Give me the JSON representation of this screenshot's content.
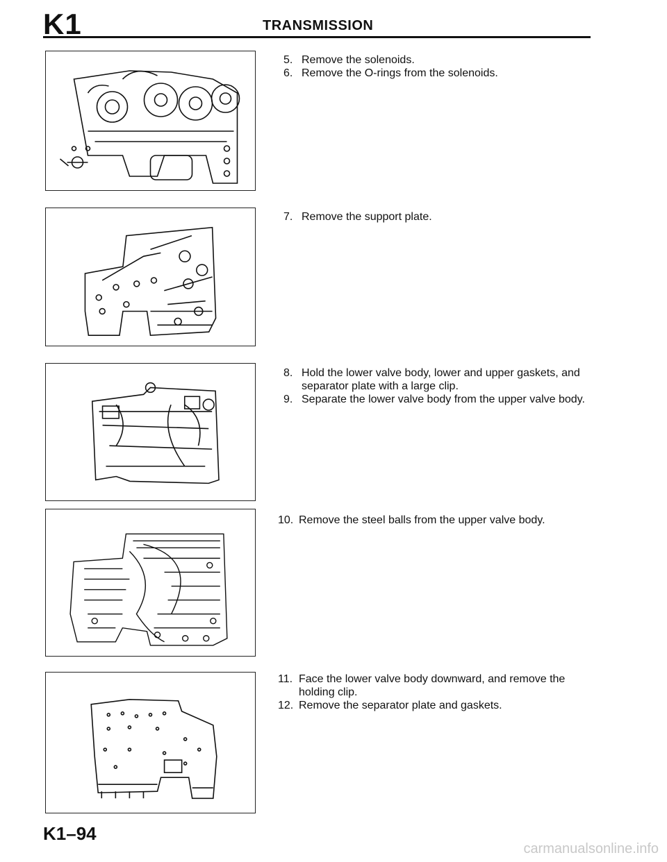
{
  "header": {
    "section_code": "K1",
    "title": "TRANSMISSION"
  },
  "steps": {
    "group1": [
      {
        "num": "5.",
        "text": "Remove the solenoids."
      },
      {
        "num": "6.",
        "text": "Remove the O-rings from the solenoids."
      }
    ],
    "group2": [
      {
        "num": "7.",
        "text": "Remove the support plate."
      }
    ],
    "group3": [
      {
        "num": "8.",
        "text": "Hold the lower valve body, lower and upper gaskets, and separator plate with a large clip."
      },
      {
        "num": "9.",
        "text": "Separate the lower valve body from the upper valve body."
      }
    ],
    "group4": [
      {
        "num": "10.",
        "text": "Remove the steel balls from the upper valve body."
      }
    ],
    "group5": [
      {
        "num": "11.",
        "text": "Face the lower valve body downward, and remove the holding clip."
      },
      {
        "num": "12.",
        "text": "Remove the separator plate and gaskets."
      }
    ]
  },
  "footer": {
    "page_number": "K1–94",
    "watermark": "carmanualsonline.info"
  }
}
